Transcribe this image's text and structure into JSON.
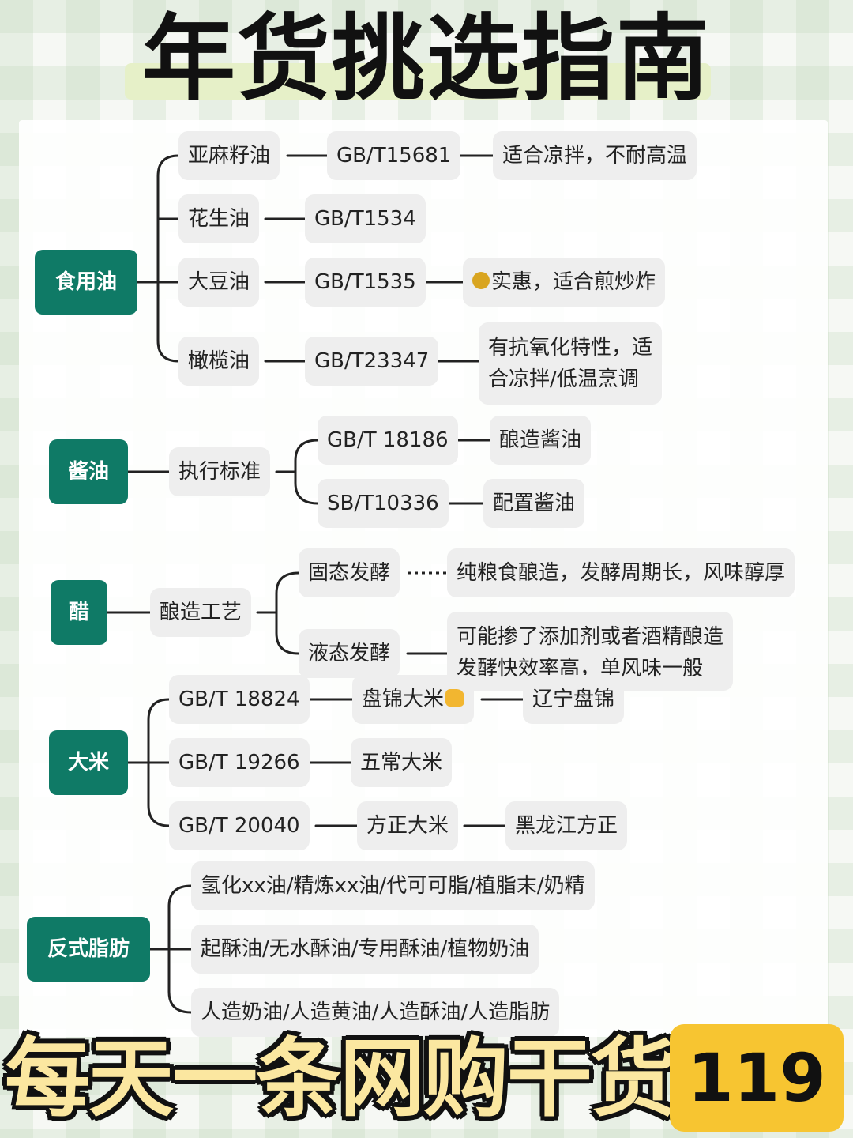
{
  "title": "年货挑选指南",
  "categories": {
    "oil": "食用油",
    "soy": "酱油",
    "vinegar": "醋",
    "rice": "大米",
    "trans": "反式脂肪"
  },
  "oil": {
    "rows": [
      {
        "name": "亚麻籽油",
        "std": "GB/T15681",
        "note": "适合凉拌，不耐高温"
      },
      {
        "name": "花生油",
        "std": "GB/T1534",
        "note": ""
      },
      {
        "name": "大豆油",
        "std": "GB/T1535",
        "note": "实惠，适合煎炒炸",
        "note_icon": "money-bag-icon"
      },
      {
        "name": "橄榄油",
        "std": "GB/T23347",
        "note_line1": "有抗氧化特性，适",
        "note_line2": "合凉拌/低温烹调"
      }
    ]
  },
  "soy": {
    "label": "执行标准",
    "rows": [
      {
        "std": "GB/T 18186",
        "note": "酿造酱油"
      },
      {
        "std": "SB/T10336",
        "note": "配置酱油"
      }
    ]
  },
  "vinegar": {
    "label": "酿造工艺",
    "rows": [
      {
        "name": "固态发酵",
        "note": "纯粮食酿造，发酵周期长，风味醇厚"
      },
      {
        "name": "液态发酵",
        "note_line1": "可能掺了添加剂或者酒精酿造",
        "note_line2": "发酵快效率高，单风味一般"
      }
    ]
  },
  "rice": {
    "rows": [
      {
        "std": "GB/T  18824",
        "name": "盘锦大米",
        "origin": "辽宁盘锦",
        "name_icon": "thumbs-up-icon"
      },
      {
        "std": "GB/T  19266",
        "name": "五常大米",
        "origin": ""
      },
      {
        "std": "GB/T  20040",
        "name": "方正大米",
        "origin": "黑龙江方正"
      }
    ]
  },
  "trans": {
    "rows": [
      "氢化xx油/精炼xx油/代可可脂/植脂末/奶精",
      "起酥油/无水酥油/专用酥油/植物奶油",
      "人造奶油/人造黄油/人造酥油/人造脂肪"
    ]
  },
  "footer": {
    "slogan": "每天一条网购干货",
    "number": "119"
  },
  "colors": {
    "category_bg": "#0f7a66",
    "badge_bg": "#f7c531",
    "slogan_fill": "#fbe7a0"
  }
}
